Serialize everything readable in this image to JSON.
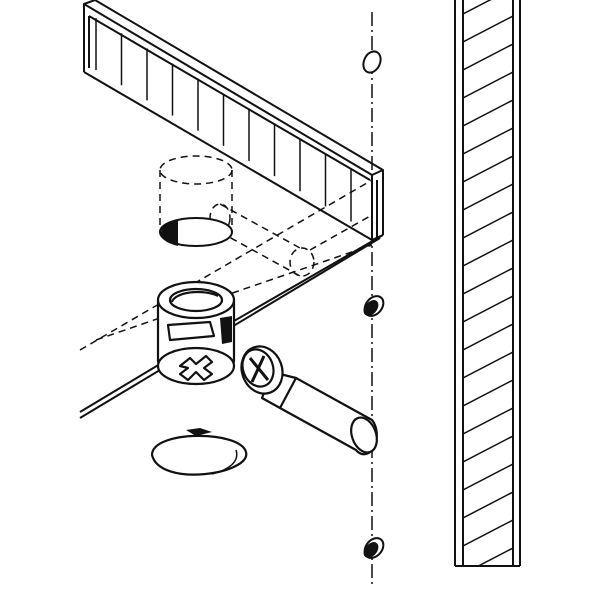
{
  "diagram": {
    "kind": "exploded assembly illustration",
    "style": "black line art on white",
    "colors": {
      "line": "#111111",
      "background": "#ffffff",
      "fill_dark": "#1a1a1a",
      "fill_light": "#ffffff"
    },
    "parts": [
      {
        "name": "shelf-panel"
      },
      {
        "name": "side-panel"
      },
      {
        "name": "cam-lock-housing"
      },
      {
        "name": "connecting-bolt"
      },
      {
        "name": "cover-cap"
      },
      {
        "name": "hole-markers",
        "count": 3
      }
    ]
  }
}
